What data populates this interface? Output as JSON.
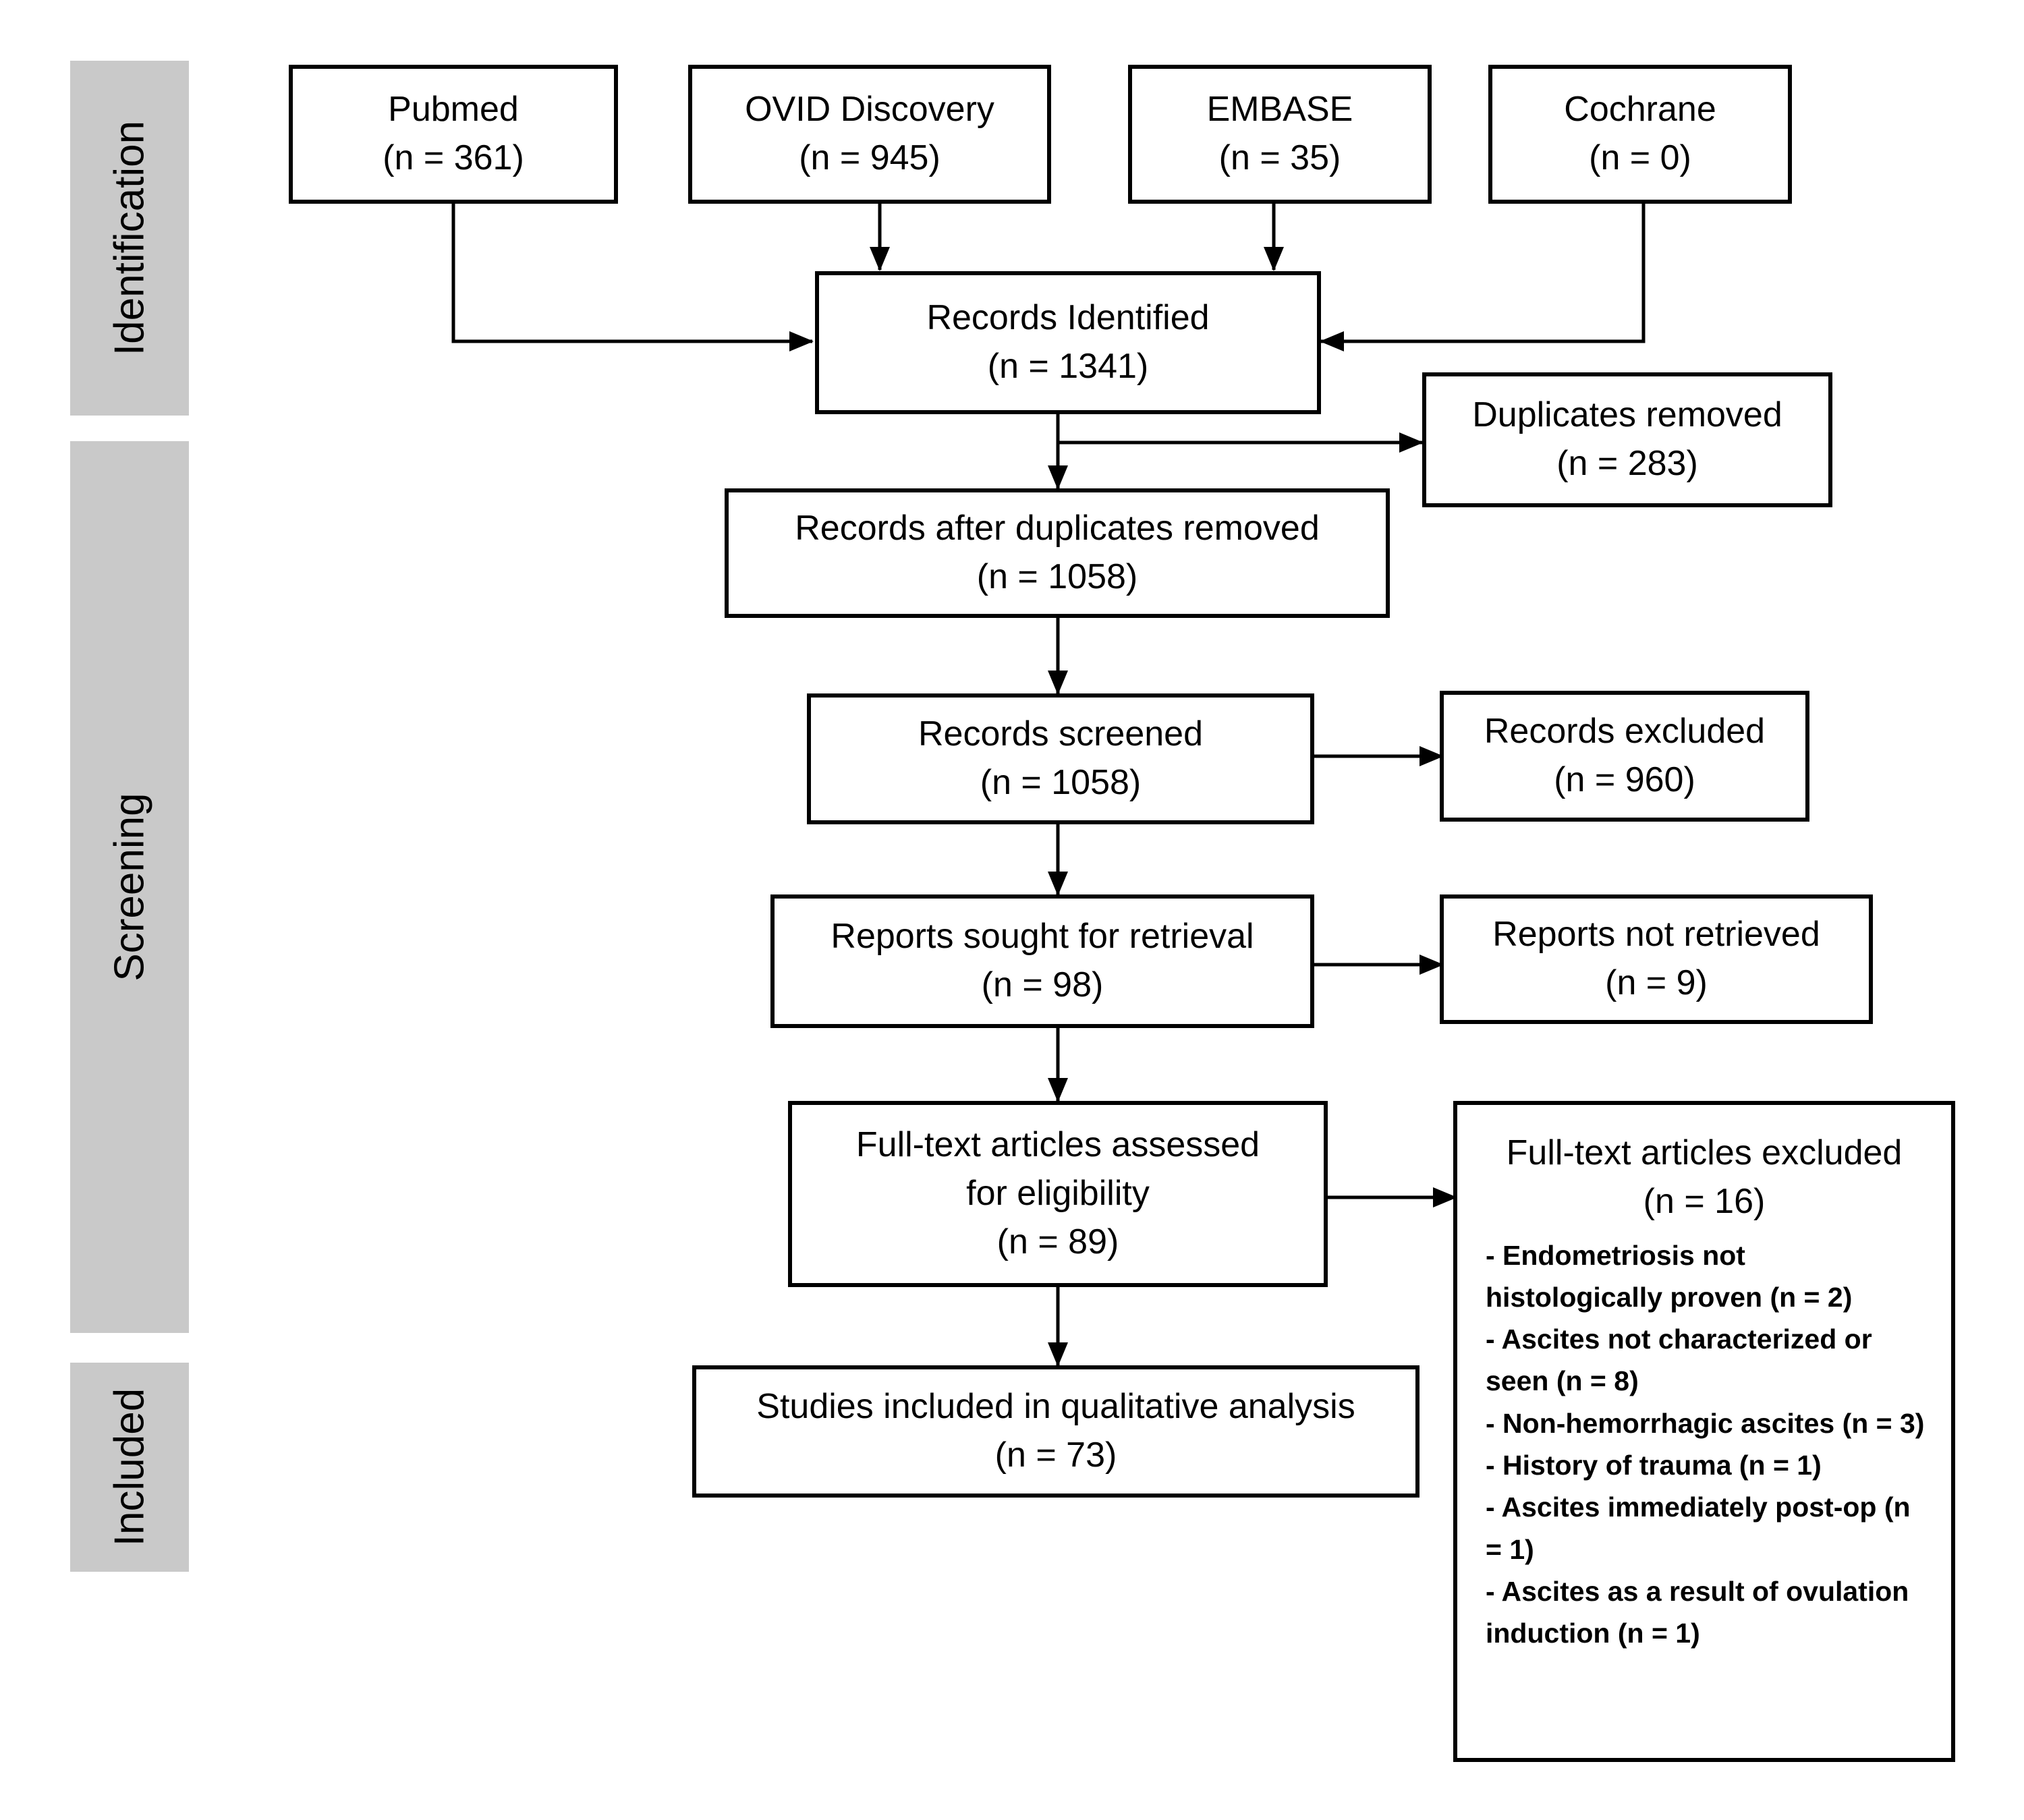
{
  "phases": {
    "identification": "Identification",
    "screening": "Screening",
    "included": "Included"
  },
  "sources": {
    "pubmed": {
      "label": "Pubmed",
      "count": "(n = 361)"
    },
    "ovid": {
      "label": "OVID Discovery",
      "count": "(n = 945)"
    },
    "embase": {
      "label": "EMBASE",
      "count": "(n = 35)"
    },
    "cochrane": {
      "label": "Cochrane",
      "count": "(n = 0)"
    }
  },
  "records_identified": {
    "label": "Records Identified",
    "count": "(n = 1341)"
  },
  "duplicates_removed": {
    "label": "Duplicates removed",
    "count": "(n = 283)"
  },
  "after_duplicates": {
    "label": "Records after duplicates removed",
    "count": "(n = 1058)"
  },
  "records_screened": {
    "label": "Records screened",
    "count": "(n = 1058)"
  },
  "records_excluded": {
    "label": "Records excluded",
    "count": "(n = 960)"
  },
  "reports_sought": {
    "label": "Reports sought for retrieval",
    "count": "(n = 98)"
  },
  "reports_not_retrieved": {
    "label": "Reports not retrieved",
    "count": "(n = 9)"
  },
  "full_text_assessed": {
    "label_line1": "Full-text articles assessed",
    "label_line2": "for eligibility",
    "count": "(n = 89)"
  },
  "full_text_excluded": {
    "label": "Full-text articles excluded",
    "count": "(n = 16)",
    "reasons": [
      "- Endometriosis not histologically proven (n = 2)",
      "- Ascites not characterized or seen (n = 8)",
      "- Non-hemorrhagic ascites (n = 3)",
      "- History of trauma (n  = 1)",
      "- Ascites immediately post-op (n = 1)",
      "- Ascites as a result of ovulation induction (n = 1)"
    ]
  },
  "studies_included": {
    "label": "Studies included in qualitative analysis",
    "count": "(n = 73)"
  }
}
